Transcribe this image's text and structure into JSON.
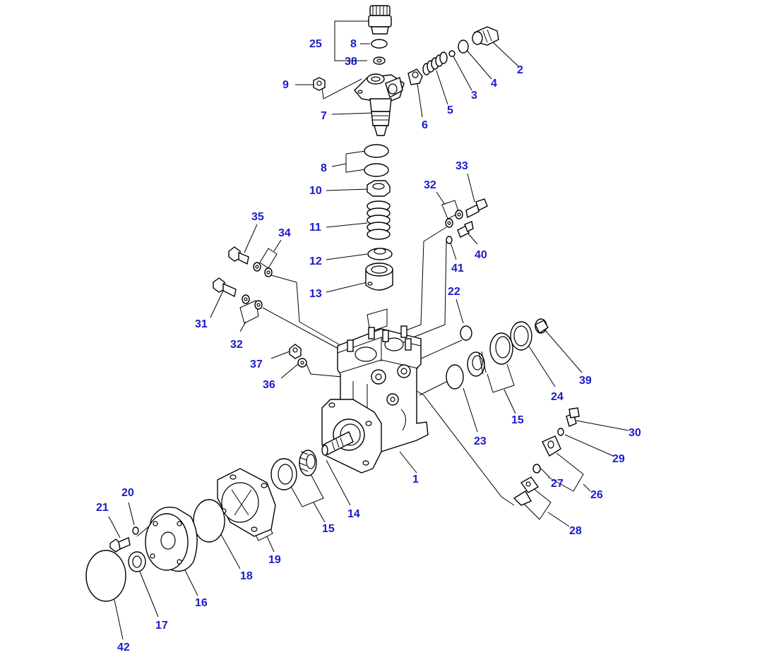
{
  "callouts": [
    {
      "id": "c25",
      "text": "25"
    },
    {
      "id": "c8a",
      "text": "8"
    },
    {
      "id": "c38",
      "text": "38"
    },
    {
      "id": "c2",
      "text": "2"
    },
    {
      "id": "c4",
      "text": "4"
    },
    {
      "id": "c3",
      "text": "3"
    },
    {
      "id": "c5",
      "text": "5"
    },
    {
      "id": "c6",
      "text": "6"
    },
    {
      "id": "c9",
      "text": "9"
    },
    {
      "id": "c7",
      "text": "7"
    },
    {
      "id": "c8b",
      "text": "8"
    },
    {
      "id": "c10",
      "text": "10"
    },
    {
      "id": "c33",
      "text": "33"
    },
    {
      "id": "c32a",
      "text": "32"
    },
    {
      "id": "c11",
      "text": "11"
    },
    {
      "id": "c35",
      "text": "35"
    },
    {
      "id": "c34",
      "text": "34"
    },
    {
      "id": "c40",
      "text": "40"
    },
    {
      "id": "c12",
      "text": "12"
    },
    {
      "id": "c41",
      "text": "41"
    },
    {
      "id": "c13",
      "text": "13"
    },
    {
      "id": "c22",
      "text": "22"
    },
    {
      "id": "c31",
      "text": "31"
    },
    {
      "id": "c32b",
      "text": "32"
    },
    {
      "id": "c37",
      "text": "37"
    },
    {
      "id": "c36",
      "text": "36"
    },
    {
      "id": "c39",
      "text": "39"
    },
    {
      "id": "c24",
      "text": "24"
    },
    {
      "id": "c15a",
      "text": "15"
    },
    {
      "id": "c23",
      "text": "23"
    },
    {
      "id": "c30",
      "text": "30"
    },
    {
      "id": "c29",
      "text": "29"
    },
    {
      "id": "c1",
      "text": "1"
    },
    {
      "id": "c27",
      "text": "27"
    },
    {
      "id": "c26",
      "text": "26"
    },
    {
      "id": "c20",
      "text": "20"
    },
    {
      "id": "c21",
      "text": "21"
    },
    {
      "id": "c14",
      "text": "14"
    },
    {
      "id": "c15b",
      "text": "15"
    },
    {
      "id": "c28",
      "text": "28"
    },
    {
      "id": "c19",
      "text": "19"
    },
    {
      "id": "c18",
      "text": "18"
    },
    {
      "id": "c16",
      "text": "16"
    },
    {
      "id": "c17",
      "text": "17"
    },
    {
      "id": "c42",
      "text": "42"
    }
  ],
  "colors": {
    "callout": "#1a1acc",
    "line": "#000000",
    "background": "#ffffff"
  }
}
